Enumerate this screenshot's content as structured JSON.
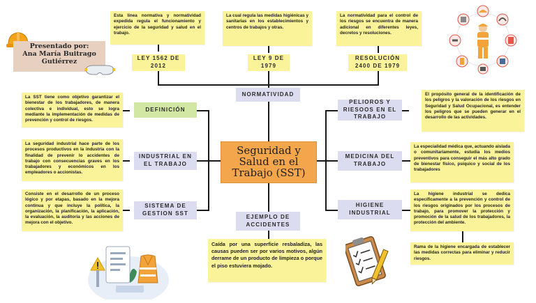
{
  "presenter": {
    "line1": "Presentado por:",
    "line2": "Ana María Buitrago Gutiérrez"
  },
  "center": {
    "title": "Seguridad y Salud en el Trabajo (SST)"
  },
  "top_nodes": [
    {
      "label": "LEY 1562 DE 2012",
      "note": "Esta línea normativa y normatividad expedida regula el funcionamiento y ejercicio de la seguridad y salud en el trabajo."
    },
    {
      "label": "LEY 9 DE 1979",
      "note": "La cual regula las medidas higiénicas y sanitarias en los establecimientos y centros de trabajos y otras."
    },
    {
      "label": "RESOLUCIÓN 2400 DE 1979",
      "note": "La normatividad para el control de los riesgos se encuentra de manera adicional en diferentes leyes, decretos y resoluciones."
    }
  ],
  "normatividad": {
    "label": "NORMATIVIDAD"
  },
  "left_nodes": [
    {
      "label": "DEFINICIÓN",
      "note": "La SST tiene como objetivo garantizar el bienestar de los trabajadores, de manera colectiva e individual, esto se logra mediante la implementación de medidas de prevención y control de riesgos."
    },
    {
      "label": "INDUSTRIAL EN EL TRABAJO",
      "note": "La seguridad industrial hace parte de los procesos productivos en la industria con la finalidad de prevenir lo accidentes de trabajo con consecuencias graves en los trabajadores y económicos en los empleadores o accionistas."
    },
    {
      "label": "SISTEMA DE GESTION SST",
      "note": "Consiste en el desarrollo de un proceso lógico y por etapas, basado en la mejora continua y que incluye la política, la organización, la planificación, la aplicación, la evaluación, la auditoria y las acciones de mejora con el objetivo."
    }
  ],
  "right_nodes": [
    {
      "label": "PELIOROS Y RIESOOS EN EL TRABAJO",
      "note": "El propósito general de la identificación de los peligros y la valoración de los riesgos en Seguridad y Salud Ocupacional, es entender los peligros que se pueden generar en el desarrollo de las actividades."
    },
    {
      "label": "MEDICINA DEL TRABAJO",
      "note": "La especialidad médica que, actuando aislada o comunitariamente, estudia los medios preventivos para conseguir el más alto grado de bienestar físico, psíquico y social de los trabajadores"
    },
    {
      "label": "HIGIENE INDUSTRIAL",
      "note": "La higiene industrial se dedica específicamente a la prevención y control de los riesgos originados por los procesos de trabajo, para promover la protección y promoción de la salud de los trabajadores, la protección del ambiente.",
      "note2": "Rama de la higiene encargada de establecer las medidas correctas para eliminar y reducir riesgos."
    }
  ],
  "bottom_node": {
    "label": "EJEMPLO DE ACCIDENTES",
    "note": "Caída por una superficie resbaladiza, las causas pueden ser por varios motivos, algún derrame de un producto de limpieza o porque el piso estuviera mojado."
  },
  "colors": {
    "note_bg": "#fbf39a",
    "label_bg": "#dcdcf0",
    "definition_bg": "#d2e7a4",
    "center_bg": "#f4a64d",
    "presenter_bg": "#e8d0c0",
    "accent": "#f2a43a"
  },
  "icons": [
    "hard-hat-icon",
    "safety-goggles-icon",
    "ppe-worker-icon",
    "checklist-clipboard-icon",
    "safety-illustration-icon"
  ]
}
